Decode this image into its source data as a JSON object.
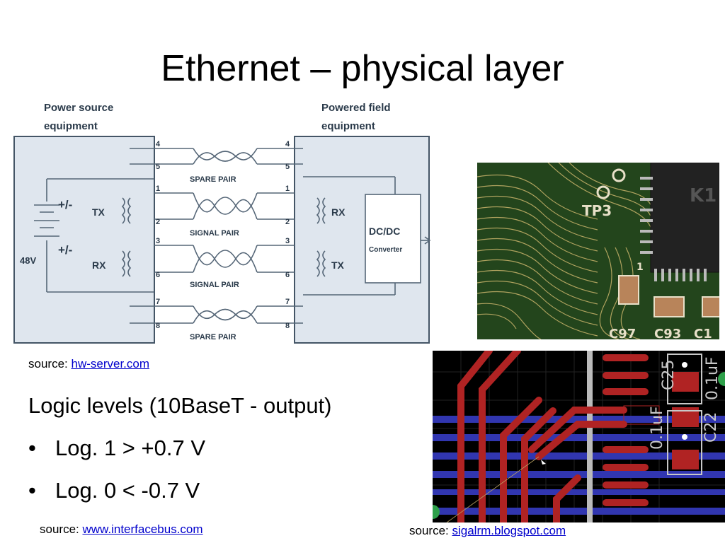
{
  "slide": {
    "title": "Ethernet – physical layer"
  },
  "diagram": {
    "left_caption_line1": "Power source",
    "left_caption_line2": "equipment",
    "right_caption_line1": "Powered field",
    "right_caption_line2": "equipment",
    "voltage": "48V",
    "plus_minus": "+/-",
    "tx": "TX",
    "rx": "RX",
    "dcdc": "DC/DC",
    "converter": "Converter",
    "pins": [
      "4",
      "5",
      "1",
      "2",
      "3",
      "6",
      "7",
      "8"
    ],
    "spare_pair": "SPARE PAIR",
    "signal_pair": "SIGNAL PAIR"
  },
  "sources": {
    "prefix": "source: ",
    "hw_server": "hw-server.com",
    "interfacebus": "www.interfacebus.com",
    "sigalrm": "sigalrm.blogspot.com"
  },
  "logic": {
    "heading": "Logic levels (10BaseT - output)",
    "bullets": [
      "Log. 1 > +0.7 V",
      "Log. 0 < -0.7 V"
    ]
  },
  "photo": {
    "labels": [
      "TP3",
      "C97",
      "C93",
      "C1",
      "K1",
      "1"
    ]
  },
  "pcb": {
    "labels": [
      "C25",
      "0.1uF",
      "C22",
      "0.1uF"
    ]
  },
  "colors": {
    "diagram_fill": "#dfe6ee",
    "diagram_stroke": "#445566",
    "pcb_trace_red": "#b02323",
    "pcb_trace_blue": "#3136b0",
    "link": "#0000cc"
  }
}
